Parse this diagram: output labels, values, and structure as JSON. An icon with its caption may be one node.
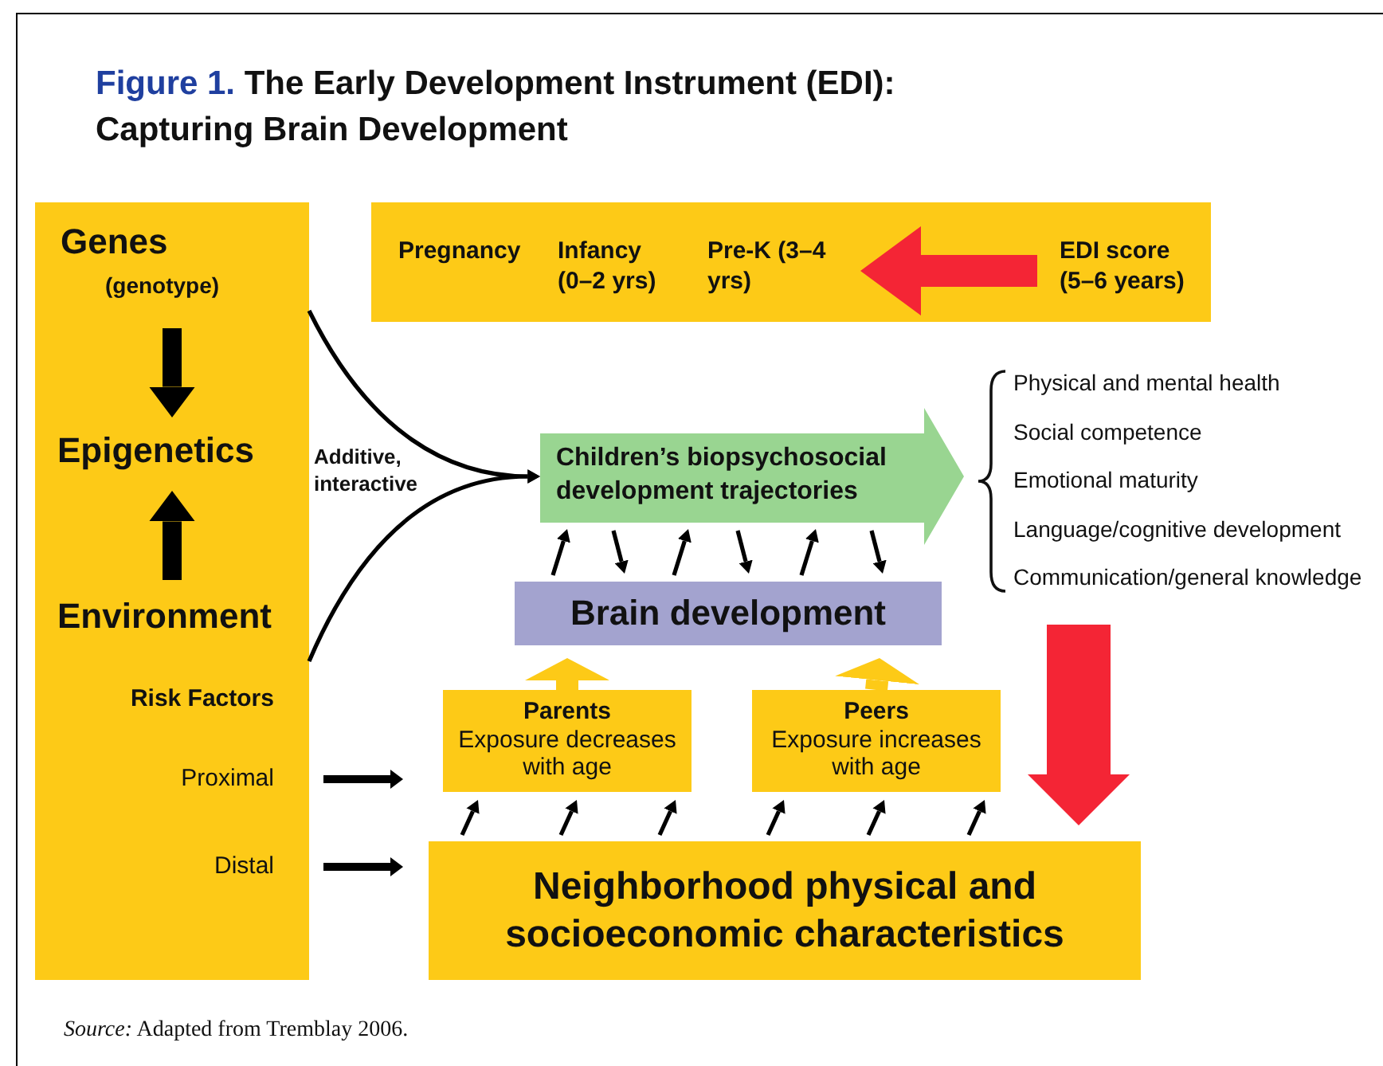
{
  "diagram": {
    "title": "The Early Development Instrument (EDI): Capturing Brain Development",
    "caption": "*Source:* Adapted from Tremblay 2006.",
    "nodes": [
      {
        "text": [],
        "shape": "box"
      },
      {
        "text": [
          "Genes",
          "(genotype)"
        ],
        "in": 0
      },
      {
        "text": [
          "Epigenetics"
        ],
        "in": 0
      },
      {
        "text": [
          "Environment"
        ],
        "in": 0
      },
      {
        "text": [
          "Proximal"
        ],
        "in": 0
      },
      {
        "text": [
          "Distal"
        ],
        "in": 0
      },
      {
        "text": [],
        "shape": "box"
      },
      {
        "text": [
          "Pregnancy"
        ],
        "in": 6
      },
      {
        "text": [
          "Infancy (0–2 yrs)"
        ],
        "in": 6
      },
      {
        "text": [
          "Pre-K (3–4 yrs)"
        ],
        "in": 6
      },
      {
        "text": [
          "EDI score (5–6 years)"
        ],
        "in": 6
      },
      {
        "text": [
          "Children’s biopsychosocial development trajectories"
        ]
      },
      {
        "text": [
          "Brain development"
        ]
      },
      {
        "text": [
          "Parents",
          "Exposure decreases with age"
        ]
      },
      {
        "text": [
          "Peers",
          "Exposure increases with age"
        ]
      },
      {
        "text": [
          "Neighborhood physical and socioeconomic characteristics"
        ]
      }
    ],
    "edges": [
      {
        "from": 1,
        "to": 2,
        "arrow": "to",
        "style": "thick"
      },
      {
        "from": 3,
        "to": 2,
        "arrow": "to",
        "style": "thick"
      },
      {
        "from": 1,
        "to": 11,
        "arrow": "to"
      },
      {
        "from": 3,
        "to": 11,
        "arrow": "to"
      },
      {
        "from": 10,
        "to": 9,
        "arrow": "to",
        "style": "thick",
        "color": "#f42535"
      },
      {
        "from": 12,
        "to": 11,
        "arrow": "to"
      },
      {
        "from": 12,
        "to": 11,
        "arrow": "to"
      },
      {
        "from": 12,
        "to": 11,
        "arrow": "to"
      },
      {
        "from": 11,
        "to": 12,
        "arrow": "to"
      },
      {
        "from": 11,
        "to": 12,
        "arrow": "to"
      },
      {
        "from": 11,
        "to": 12,
        "arrow": "to"
      },
      {
        "from": 13,
        "to": 12,
        "arrow": "to",
        "style": "thick",
        "color": "#fdca17"
      },
      {
        "from": 14,
        "to": 12,
        "arrow": "to",
        "style": "thick",
        "color": "#fdca17"
      },
      {
        "from": 15,
        "to": 13,
        "arrow": "to"
      },
      {
        "from": 15,
        "to": 13,
        "arrow": "to"
      },
      {
        "from": 15,
        "to": 13,
        "arrow": "to"
      },
      {
        "from": 15,
        "to": 14,
        "arrow": "to"
      },
      {
        "from": 15,
        "to": 14,
        "arrow": "to"
      },
      {
        "from": 15,
        "to": 14,
        "arrow": "to"
      },
      {
        "from": 4,
        "to": 13,
        "arrow": "to",
        "style": "thick"
      },
      {
        "from": 5,
        "to": 15,
        "arrow": "to",
        "style": "thick"
      },
      {
        "from": null,
        "to": 15,
        "arrow": "to",
        "style": "thick",
        "color": "#f42535"
      }
    ],
    "labels": [
      "Figure 1.",
      "Additive, interactive",
      "Risk Factors",
      "Physical and mental health",
      "Social competence",
      "Emotional maturity",
      "Language/cognitive development",
      "Communication/general knowledge"
    ]
  }
}
